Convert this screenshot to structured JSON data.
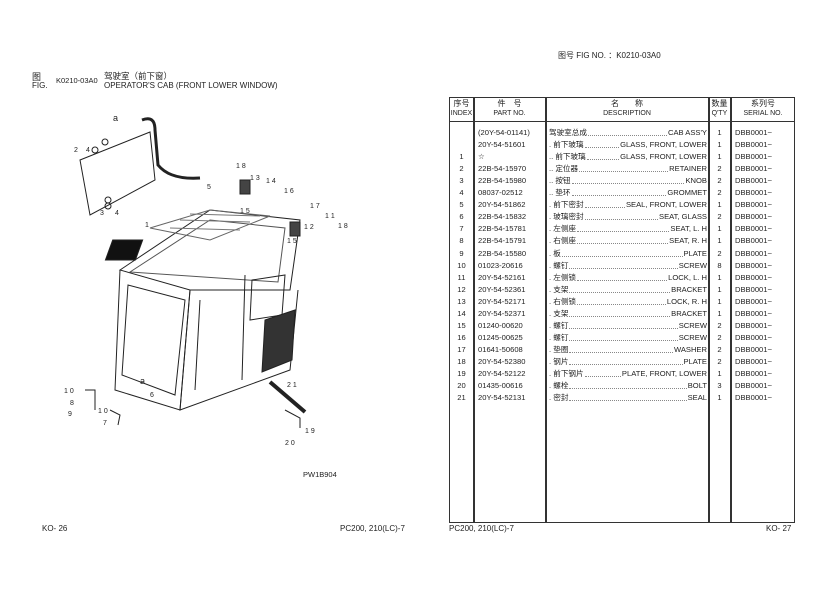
{
  "left_page": {
    "fig_label_cn": "图",
    "fig_label_en": "FIG.",
    "fig_no": "K0210-03A0",
    "title_cn": "驾驶室（前下窗）",
    "title_en": "OPERATOR'S CAB (FRONT LOWER WINDOW)",
    "illustration_code": "PW1B904",
    "callouts": [
      "a",
      "2",
      "4",
      "3",
      "4",
      "1",
      "5",
      "1 8",
      "1 3",
      "1 4",
      "1 6",
      "1 5",
      "1 7",
      "1 1",
      "1 8",
      "1 2",
      "1 5",
      "1 0",
      "8",
      "9",
      "1 0",
      "7",
      "6",
      "2 1",
      "1 9",
      "2 0",
      "a"
    ],
    "footer_page": "KO- 26",
    "footer_model": "PC200, 210(LC)-7"
  },
  "right_page": {
    "fig_no_label": "图号  FIG NO.  ：K0210-03A0",
    "headers": {
      "index_cn": "序号",
      "index_en": "INDEX",
      "part_cn": "件　号",
      "part_en": "PART NO.",
      "desc_cn": "名　　称",
      "desc_en": "DESCRIPTION",
      "qty_cn": "数量",
      "qty_en": "Q'TY",
      "serial_cn": "系列号",
      "serial_en": "SERIAL NO."
    },
    "rows": [
      {
        "index": "",
        "part": "(20Y-54-01141)",
        "cn": "驾驶室总成",
        "en": "CAB ASS'Y",
        "qty": "1",
        "serial": "DBB0001~"
      },
      {
        "index": "",
        "part": "20Y-54-51601",
        "cn": ". 前下玻璃",
        "en": "GLASS, FRONT, LOWER",
        "qty": "1",
        "serial": "DBB0001~"
      },
      {
        "index": "1",
        "part": "☆",
        "cn": ".. 前下玻璃",
        "en": "GLASS, FRONT, LOWER",
        "qty": "1",
        "serial": "DBB0001~"
      },
      {
        "index": "2",
        "part": "22B-54-15970",
        "cn": ".. 定位器",
        "en": "RETAINER",
        "qty": "2",
        "serial": "DBB0001~"
      },
      {
        "index": "3",
        "part": "22B-54-15980",
        "cn": ".. 按钮",
        "en": "KNOB",
        "qty": "2",
        "serial": "DBB0001~"
      },
      {
        "index": "4",
        "part": "08037-02512",
        "cn": ".. 垫环",
        "en": "GROMMET",
        "qty": "2",
        "serial": "DBB0001~"
      },
      {
        "index": "5",
        "part": "20Y-54-51862",
        "cn": ". 前下密封",
        "en": "SEAL, FRONT, LOWER",
        "qty": "1",
        "serial": "DBB0001~"
      },
      {
        "index": "6",
        "part": "22B-54-15832",
        "cn": ". 玻璃密封",
        "en": "SEAT, GLASS",
        "qty": "2",
        "serial": "DBB0001~"
      },
      {
        "index": "7",
        "part": "22B-54-15781",
        "cn": ". 左侧座",
        "en": "SEAT, L. H",
        "qty": "1",
        "serial": "DBB0001~"
      },
      {
        "index": "8",
        "part": "22B-54-15791",
        "cn": ". 右侧座",
        "en": "SEAT, R. H",
        "qty": "1",
        "serial": "DBB0001~"
      },
      {
        "index": "9",
        "part": "22B-54-15580",
        "cn": ". 板",
        "en": "PLATE",
        "qty": "2",
        "serial": "DBB0001~"
      },
      {
        "index": "10",
        "part": "01023-20616",
        "cn": ". 螺钉",
        "en": "SCREW",
        "qty": "8",
        "serial": "DBB0001~"
      },
      {
        "index": "11",
        "part": "20Y-54-52161",
        "cn": ". 左侧锁",
        "en": "LOCK, L. H",
        "qty": "1",
        "serial": "DBB0001~"
      },
      {
        "index": "12",
        "part": "20Y-54-52361",
        "cn": ". 支架",
        "en": "BRACKET",
        "qty": "1",
        "serial": "DBB0001~"
      },
      {
        "index": "13",
        "part": "20Y-54-52171",
        "cn": ". 右侧锁",
        "en": "LOCK, R. H",
        "qty": "1",
        "serial": "DBB0001~"
      },
      {
        "index": "14",
        "part": "20Y-54-52371",
        "cn": ". 支架",
        "en": "BRACKET",
        "qty": "1",
        "serial": "DBB0001~"
      },
      {
        "index": "15",
        "part": "01240-00620",
        "cn": ". 螺钉",
        "en": "SCREW",
        "qty": "2",
        "serial": "DBB0001~"
      },
      {
        "index": "16",
        "part": "01245-00625",
        "cn": ". 螺钉",
        "en": "SCREW",
        "qty": "2",
        "serial": "DBB0001~"
      },
      {
        "index": "17",
        "part": "01641-50608",
        "cn": ". 垫圈",
        "en": "WASHER",
        "qty": "2",
        "serial": "DBB0001~"
      },
      {
        "index": "18",
        "part": "20Y-54-52380",
        "cn": ". 钢片",
        "en": "PLATE",
        "qty": "2",
        "serial": "DBB0001~"
      },
      {
        "index": "19",
        "part": "20Y-54-52122",
        "cn": ". 前下钢片",
        "en": "PLATE, FRONT, LOWER",
        "qty": "1",
        "serial": "DBB0001~"
      },
      {
        "index": "20",
        "part": "01435-00616",
        "cn": ". 螺栓",
        "en": "BOLT",
        "qty": "3",
        "serial": "DBB0001~"
      },
      {
        "index": "21",
        "part": "20Y-54-52131",
        "cn": ". 密封",
        "en": "SEAL",
        "qty": "1",
        "serial": "DBB0001~"
      }
    ],
    "footer_model": "PC200, 210(LC)-7",
    "footer_page": "KO- 27"
  }
}
